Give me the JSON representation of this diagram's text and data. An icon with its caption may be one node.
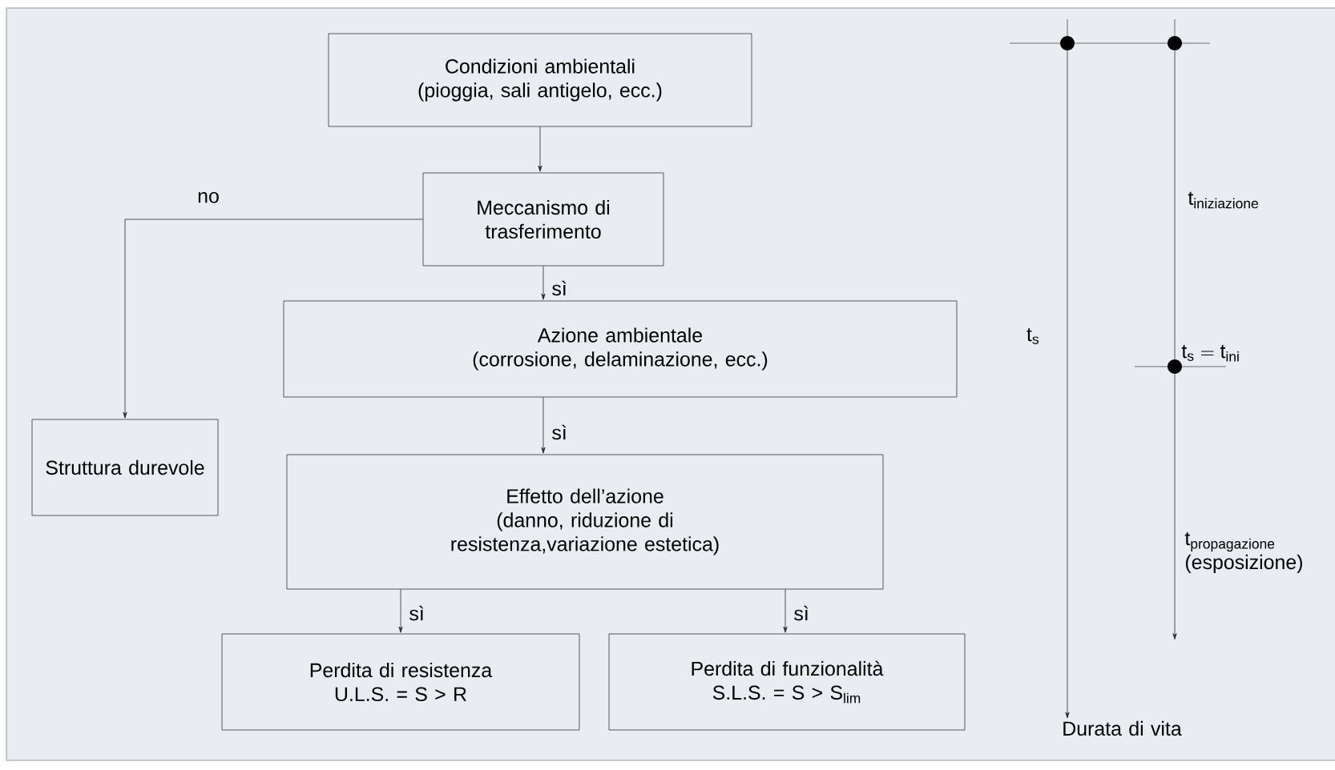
{
  "diagram": {
    "nodes": [
      {
        "text": [
          "Condizioni ambientali",
          "(pioggia, sali antigelo, ecc.)"
        ]
      },
      {
        "text": [
          "Meccanismo di trasferimento"
        ]
      },
      {
        "text": [
          "Azione ambientale",
          "(corrosione, delaminazione, ecc.)"
        ]
      },
      {
        "text": [
          "Effetto dell’azione",
          "(danno, riduzione di resistenza,variazione estetica)"
        ]
      },
      {
        "text": [
          "Struttura durevole"
        ]
      },
      {
        "text": [
          "Perdita di resistenza",
          "U.L.S. = S > R"
        ]
      },
      {
        "text": [
          "Perdita di funzionalità",
          "S.L.S. = S > S$_{lim}$"
        ]
      },
      {
        "text": [
          "Durata di vita"
        ]
      },
      {
        "text": [],
        "shape": "circle"
      },
      {
        "text": [],
        "shape": "circle"
      },
      {
        "text": [],
        "shape": "circle",
        "beside": [
          "\\mathrm{t}_{\\mathrm{s}} = \\mathrm{t}_{\\mathrm{ini}}"
        ]
      }
    ],
    "edges": [
      {
        "from": 0,
        "to": 1,
        "arrow": "to"
      },
      {
        "from": 1,
        "to": 4,
        "arrow": "to",
        "label": "no"
      },
      {
        "from": 1,
        "to": 2,
        "arrow": "to",
        "label": "sì"
      },
      {
        "from": 2,
        "to": 3,
        "arrow": "to",
        "label": "sì"
      },
      {
        "from": 3,
        "to": 5,
        "arrow": "to",
        "label": "sì"
      },
      {
        "from": 3,
        "to": 6,
        "arrow": "to",
        "label": "sì"
      },
      {
        "from": 8,
        "to": 7,
        "arrow": "to",
        "label": "\\mathrm{t}_{\\mathrm{s}}"
      },
      {
        "from": 9,
        "to": 10,
        "arrow": "none",
        "label": "\\mathrm{t}_{\\mathrm{iniziazione}}"
      },
      {
        "from": 10,
        "to": null,
        "arrow": "to",
        "label": "\\begin{array}{@{}l@{}}\\mathrm{t}_{\\mathrm{propagazione}}\\\\ \\mbox{(esposizione)}\\end{array}"
      }
    ]
  }
}
